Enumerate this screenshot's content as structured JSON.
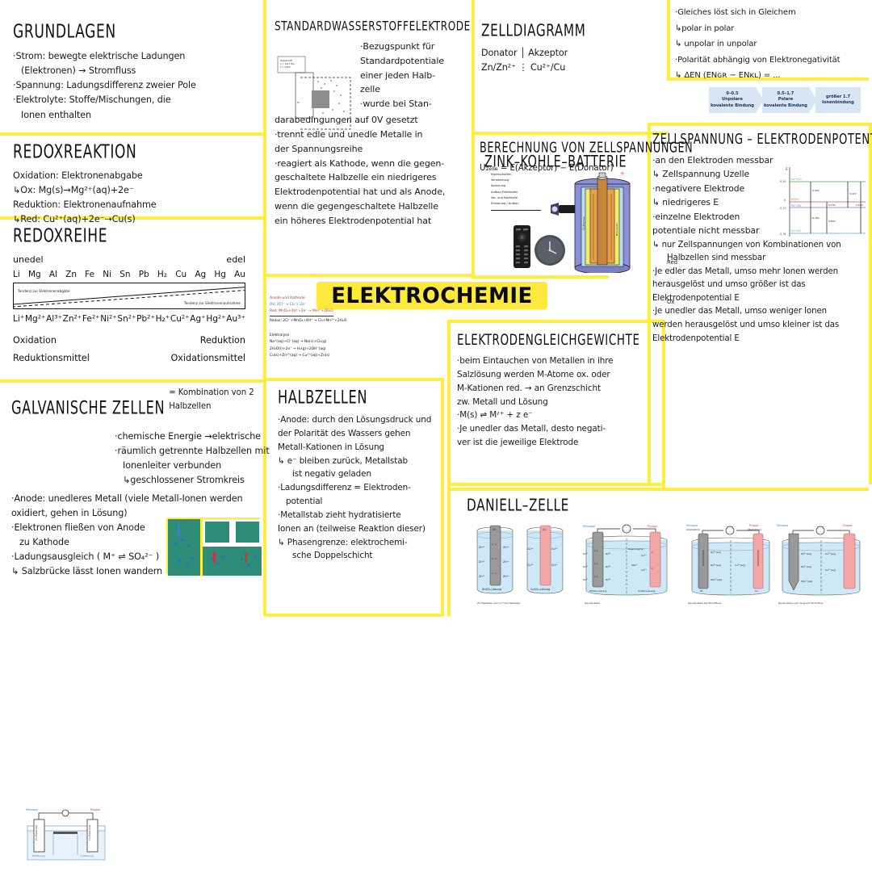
{
  "poster": {
    "title": "ELEKTROCHEMIE",
    "accent_yellow": "#FFED3F",
    "banner_yellow": "#FFE93A"
  },
  "grundlagen": {
    "heading": "GRUNDLAGEN",
    "lines": [
      "·Strom: bewegte elektrische Ladungen",
      "(Elektronen) → Stromfluss",
      "·Spannung: Ladungsdifferenz zweier Pole",
      "·Elektrolyte: Stoffe/Mischungen, die",
      "Ionen enthalten"
    ]
  },
  "redoxreaktion": {
    "heading": "REDOXREAKTION",
    "lines": [
      "Oxidation: Elektronenabgabe",
      "↳Ox:  Mg(s)→Mg²⁺(aq)+2e⁻",
      "Reduktion: Elektronenaufnahme",
      "↳Red:  Cu²⁺(aq)+2e⁻⇢Cu(s)"
    ]
  },
  "redoxreihe": {
    "heading": "REDOXREIHE",
    "left_label": "unedel",
    "right_label": "edel",
    "metals": [
      "Li",
      "Mg",
      "Al",
      "Zn",
      "Fe",
      "Ni",
      "Sn",
      "Pb",
      "H₂",
      "Cu",
      "Ag",
      "Hg",
      "Au"
    ],
    "ions": [
      "Li⁺",
      "Mg²⁺",
      "Al³⁺",
      "Zn²⁺",
      "Fe²⁺",
      "Ni²⁺",
      "Sn²⁺",
      "Pb²⁺",
      "H₂⁺",
      "Cu²⁺",
      "Ag⁺",
      "Hg²⁺",
      "Au³⁺"
    ],
    "trend_top": "Tendenz zur Elektronenabgabe",
    "trend_bottom": "Tendenz zur Elektronenaufnahme",
    "foot_left_1": "Oxidation",
    "foot_right_1": "Reduktion",
    "foot_left_2": "Reduktionsmittel",
    "foot_right_2": "Oxidationsmittel"
  },
  "galvanische_zellen": {
    "heading": "GALVANISCHE ZELLEN",
    "heading_suffix": "= Kombination von 2 Halbzellen",
    "lines_right": [
      "·chemische Energie →elektrische",
      "·räumlich getrennte Halbzellen mit",
      "Ionenleiter verbunden",
      "↳geschlossener Stromkreis"
    ],
    "lines_full": [
      "·Anode: unedleres Metall (viele Metall-Ionen werden",
      "oxidiert, gehen in Lösung)",
      "·Elektronen fließen von Anode",
      "zu Kathode",
      "·Ladungsausgleich ( M⁺ ⇌ SO₄²⁻ )",
      "↳ Salzbrücke lässt Ionen wandern"
    ],
    "diagram_name": "galvanic-cell-diagram",
    "thumb_name": "galvanic-cell-photo-grid"
  },
  "standardwasserstoffelektrode": {
    "heading": "STANDARDWASSERSTOFFELEKTRODE",
    "lines_right": [
      "·Bezugspunkt für",
      "Standardpotentiale",
      "einer jeden Halb-",
      "zelle",
      "·wurde bei Stan-"
    ],
    "lines_full": [
      "darabedingungen auf 0V gesetzt",
      "·trennt edle und unedle Metalle in",
      "der Spannungsreihe",
      "·reagiert als Kathode, wenn die gegen-",
      "geschaltete Halbzelle ein niedrigeres",
      "Elektrodenpotential hat und als Anode,",
      "wenn die gegengeschaltete Halbzelle",
      "ein höheres Elektrodenpotential hat"
    ],
    "diagram_name": "hydrogen-electrode-diagram"
  },
  "formula_block": {
    "name": "handwritten-equation-scan",
    "lines": [
      "Anode-und Kathode",
      "Ox: 2Cl⁻ → Cl₂ + 2e⁻",
      "Red: MnO₂+4H⁺+2e⁻ → Mn²⁺+2H₂O",
      "Redox: 2Cl⁻+MnO₂+4H⁺ → Cl₂+Mn²⁺+2H₂O"
    ],
    "lines2": [
      "Elektrolyse",
      "Na⁺(aq)+Cl⁻(aq) → Na(s)+Cl₂(g)",
      "2H₂O(l)+2e⁻ → H₂(g)+2OH⁻(aq)",
      "Cu(s)+Zn²⁺(aq) → Cu²⁺(aq)+Zn(s)"
    ]
  },
  "halbzellen": {
    "heading": "HALBZELLEN",
    "lines": [
      "·Anode: durch den Lösungsdruck und",
      "der Polarität des Wassers gehen",
      "Metall-Kationen in Lösung",
      "↳ e⁻ bleiben zurück, Metallstab",
      "ist negativ geladen",
      "·Ladungsdifferenz = Elektroden-",
      "potential",
      "·Metallstab zieht hydratisierte",
      "Ionen an (teilweise Reaktion dieser)",
      "↳ Phasengrenze: elektrochemi-",
      "sche Doppelschicht"
    ]
  },
  "zelldiagramm": {
    "heading": "ZELLDIAGRAMM",
    "lines": [
      "Donator │ Akzeptor",
      "Zn/Zn²⁺ ⋮ Cu²⁺/Cu"
    ]
  },
  "berechnung": {
    "heading": "BERECHNUNG VON ZELLSPANNUNGEN",
    "formula": "U₂ₑₗₗₑ = E(Akzeptor) − E(Donator)"
  },
  "zink_kohle": {
    "heading": "ZINK–KOHLE–BATTERIE",
    "caption_lines": [
      "Eigenschaften",
      "Verwendung",
      "Spannung",
      "Aufbau Elektroden",
      "Vor- und Nachteile",
      "Entladung / Aufbau"
    ],
    "figure_name": "zinc-carbon-battery-cutaway",
    "icons": [
      "flashlight-photo",
      "remote-control-photo",
      "wall-clock-photo"
    ]
  },
  "loeslichkeit": {
    "lines": [
      "·Gleiches löst sich in Gleichem",
      "↳polar in polar",
      "↳ unpolar in unpolar",
      "·Polarität abhängig von Elektronegativität",
      "↳ ΔEN (ENɢʀ − ENᴋʟ) = ..."
    ],
    "en_scale": [
      {
        "range": "0–0.5",
        "label1": "Unpolare",
        "label2": "kovalente Bindung"
      },
      {
        "range": "0.5–1.7",
        "label1": "Polare",
        "label2": "kovalente Bindung"
      },
      {
        "range": "größer 1.7",
        "label1": "Ionenbindung",
        "label2": ""
      }
    ]
  },
  "zellspannung": {
    "heading": "ZELLSPANNUNG – ELEKTRODENPOTENTIAL",
    "lines_left": [
      "·an den Elektroden messbar",
      "↳ Zellspannung Uzelle",
      "·negativere Elektrode",
      "↳ niedrigeres E",
      "·einzelne Elektroden",
      "potentiale nicht messbar"
    ],
    "lines_full": [
      "↳ nur Zellspannungen von Kombinationen von",
      "Halbzellen sind messbar",
      "·Je edler das Metall, umso mehr Ionen werden",
      "herausgelöst und umso größer ist das",
      "Elektrodenpotential E",
      "·Je unedler das Metall, umso weniger Ionen",
      "werden herausgelöst und umso kleiner ist das",
      "Elektrodenpotential E"
    ],
    "annot_red": "Red",
    "annot_ox": "Ox"
  },
  "elektrodengleichgewichte": {
    "heading": "ELEKTRODENGLEICHGEWICHTE",
    "lines": [
      "·beim Eintauchen von Metallen in ihre",
      "Salzlösung werden M-Atome ox. oder",
      "M-Kationen red. → an Grenzschicht",
      "zw. Metall und Lösung",
      "·M(s) ⇌ Mᶻ⁺ + z e⁻",
      "·Je unedler das Metall, desto negati-",
      "ver ist die jeweilige Elektrode"
    ]
  },
  "daniell": {
    "heading": "DANIELL–ZELLE",
    "panels": [
      {
        "name": "half-cells-separate",
        "caption": "Zn-Halbzelle und Cu²⁺/Cu-Halbzelle",
        "cells": [
          {
            "electrode": "Zn",
            "color": "#8a8a8a",
            "solution": "ZnSO₄-Lösung",
            "ions": [
              "Zn²⁺",
              "Zn²⁺",
              "Zn²⁺"
            ]
          },
          {
            "electrode": "Cu",
            "color": "#F2A6A6",
            "solution": "CuSO₄-Lösung",
            "ions": [
              "Cu²⁺",
              "Cu²⁺",
              "Cu²⁺"
            ]
          }
        ]
      },
      {
        "name": "daniell-cell",
        "caption": "Daniell-Zelle",
        "left_label": "Minuspol",
        "right_label": "Pluspol",
        "solutions": [
          "ZnSO₄-Lösung",
          "CuSO₄-Lösung"
        ],
        "diaphragm": "Diaphragma"
      },
      {
        "name": "daniell-discharge",
        "caption": "Daniell-Zelle bei Stromfluss",
        "left_label": "Minuspol (Oxidation)",
        "right_label": "Pluspol (Reduktion)",
        "species": [
          "Zn²⁺(aq)",
          "Cu²⁺(aq)",
          "SO₄²⁻(aq)"
        ]
      },
      {
        "name": "daniell-equilibrium",
        "caption": "Daniell-Zelle nach längerem Stromfluss",
        "left_label": "Minuspol",
        "right_label": "Pluspol",
        "species": [
          "Zn²⁺(aq)",
          "Cu²⁺(aq)",
          "SO₄²⁻(aq)"
        ]
      }
    ]
  },
  "epot_chart": {
    "type": "line",
    "ylabel": "E [V]",
    "levels": [
      {
        "label": "Cu²⁺/Cu",
        "value": 0.34,
        "color": "#4a9f4a"
      },
      {
        "label": "H⁺/H₂",
        "value": 0.0,
        "color": "#d05050"
      },
      {
        "label": "Pb²⁺/Pb",
        "value": -0.13,
        "color": "#8a73c8"
      },
      {
        "label": "Zn²⁺/Zn",
        "value": -0.76,
        "color": "#5aa8d8"
      }
    ],
    "ytick_labels": [
      "0,34",
      "0",
      "-0,13",
      "-0,76"
    ],
    "arrows": [
      "0,34V",
      "0,47V",
      "0,13V",
      "1,10V",
      "0,76V",
      "0,63V"
    ]
  }
}
